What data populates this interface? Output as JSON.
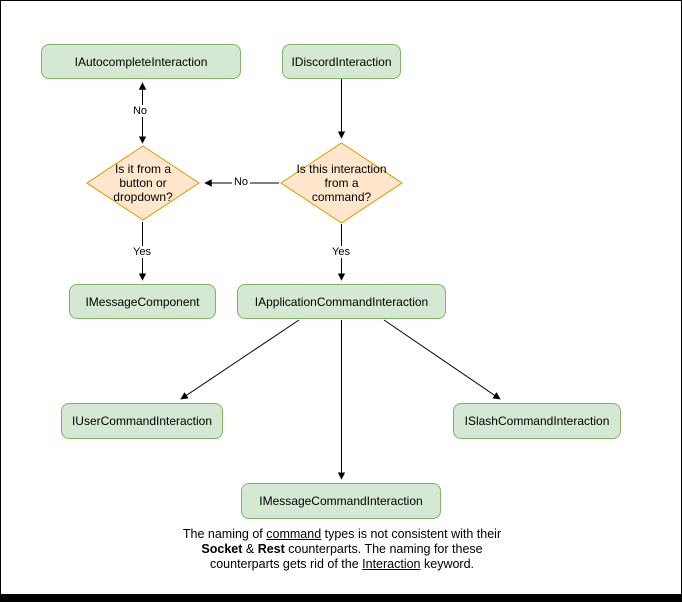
{
  "nodes": {
    "autocomplete": {
      "label": "IAutocompleteInteraction"
    },
    "discord": {
      "label": "IDiscordInteraction"
    },
    "button_dropdown_q": {
      "label": "Is it from a button or dropdown?"
    },
    "command_q": {
      "label": "Is this interaction from a command?"
    },
    "message_component": {
      "label": "IMessageComponent"
    },
    "application_command": {
      "label": "IApplicationCommandInteraction"
    },
    "user_command": {
      "label": "IUserCommandInteraction"
    },
    "slash_command": {
      "label": "ISlashCommandInteraction"
    },
    "message_command": {
      "label": "IMessageCommandInteraction"
    }
  },
  "edges": {
    "no_up": "No",
    "no_left": "No",
    "yes_left": "Yes",
    "yes_mid": "Yes"
  },
  "note": {
    "l1a": "The naming of ",
    "l1b": "command",
    "l1c": " types is not consistent with their",
    "l2a": "Socket",
    "l2b": " & ",
    "l2c": "Rest",
    "l2d": " counterparts. The naming for these",
    "l3a": "counterparts gets rid of the ",
    "l3b": "Interaction",
    "l3c": " keyword."
  },
  "colors": {
    "node_fill": "#d5e8d4",
    "node_border": "#82b366",
    "decision_fill": "#ffe6cc",
    "decision_border": "#d79b00",
    "connector": "#000000"
  }
}
